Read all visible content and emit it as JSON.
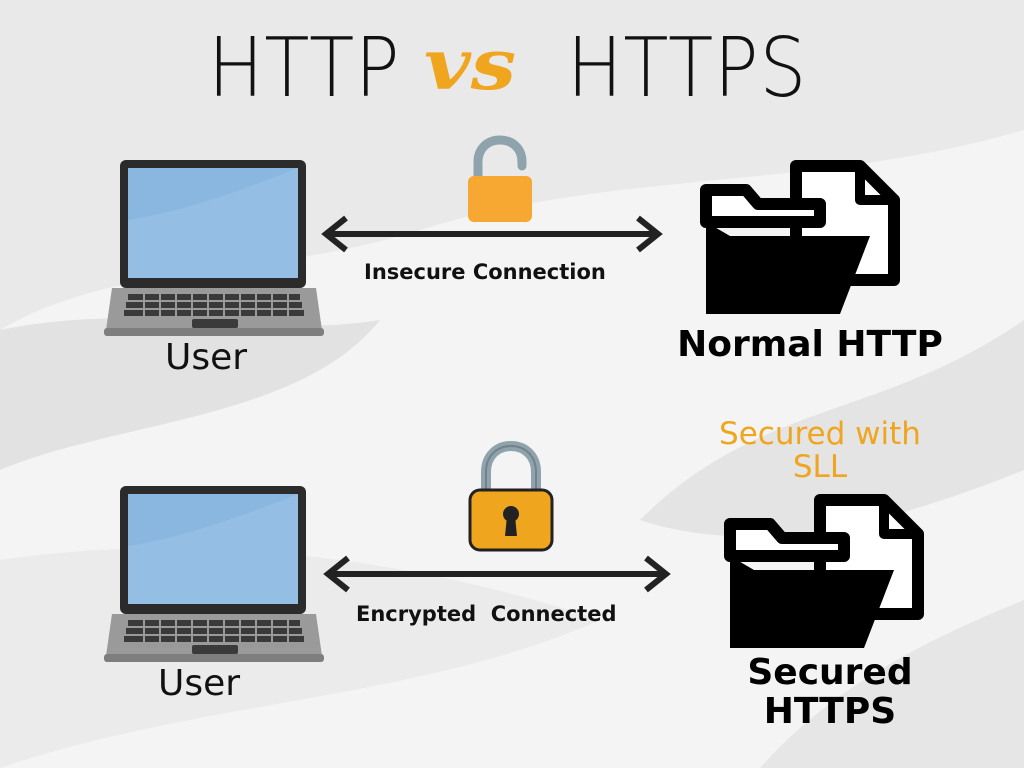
{
  "title": {
    "left": "HTTP",
    "vs": "vs",
    "right": "HTTPS"
  },
  "top_row": {
    "lock": "open-padlock-icon",
    "connection_label": "Insecure Connection",
    "user_label": "User",
    "server_label": "Normal HTTP"
  },
  "bottom_row": {
    "lock": "closed-padlock-icon",
    "connection_label": "Encrypted  Connected",
    "user_label": "User",
    "server_note_line1": "Secured with",
    "server_note_line2": "SLL",
    "server_label_line1": "Secured",
    "server_label_line2": "HTTPS"
  },
  "colors": {
    "accent": "#f0a51f",
    "lock_body": "#f7a833",
    "lock_shackle": "#8fa3ad",
    "laptop_screen": "#8ab7e0",
    "text": "#111111"
  }
}
